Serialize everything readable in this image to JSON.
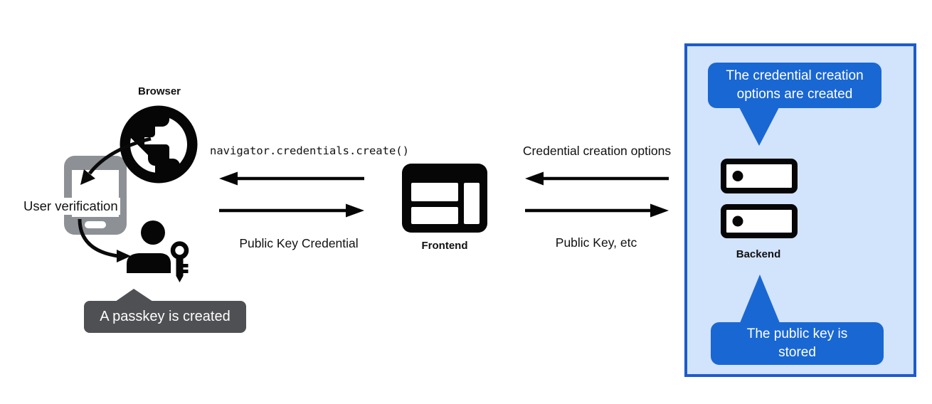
{
  "nodes": {
    "browser": "Browser",
    "user_verification": "User verification",
    "frontend": "Frontend",
    "backend": "Backend"
  },
  "flows": {
    "create_call": "navigator.credentials.create()",
    "public_key_credential": "Public Key Credential",
    "credential_creation_options": "Credential creation options",
    "public_key_etc": "Public Key, etc"
  },
  "tooltips": {
    "passkey_created": "A passkey is created",
    "options_created": {
      "line1": "The credential creation",
      "line2": "options are created"
    },
    "key_stored": {
      "line1": "The public key is",
      "line2": "stored"
    }
  },
  "icons": {
    "browser": "globe-icon",
    "user_device": "smartphone-icon",
    "passkey_user": "person-key-icon",
    "frontend": "browser-window-icon",
    "backend": "server-icon"
  },
  "colors": {
    "accent_blue": "#1967d2",
    "panel_fill": "#d2e3fc",
    "panel_border": "#1d5bc9",
    "dark_tooltip_bg": "#4f5053",
    "device_gray": "#8d9196",
    "ink": "#060606"
  }
}
